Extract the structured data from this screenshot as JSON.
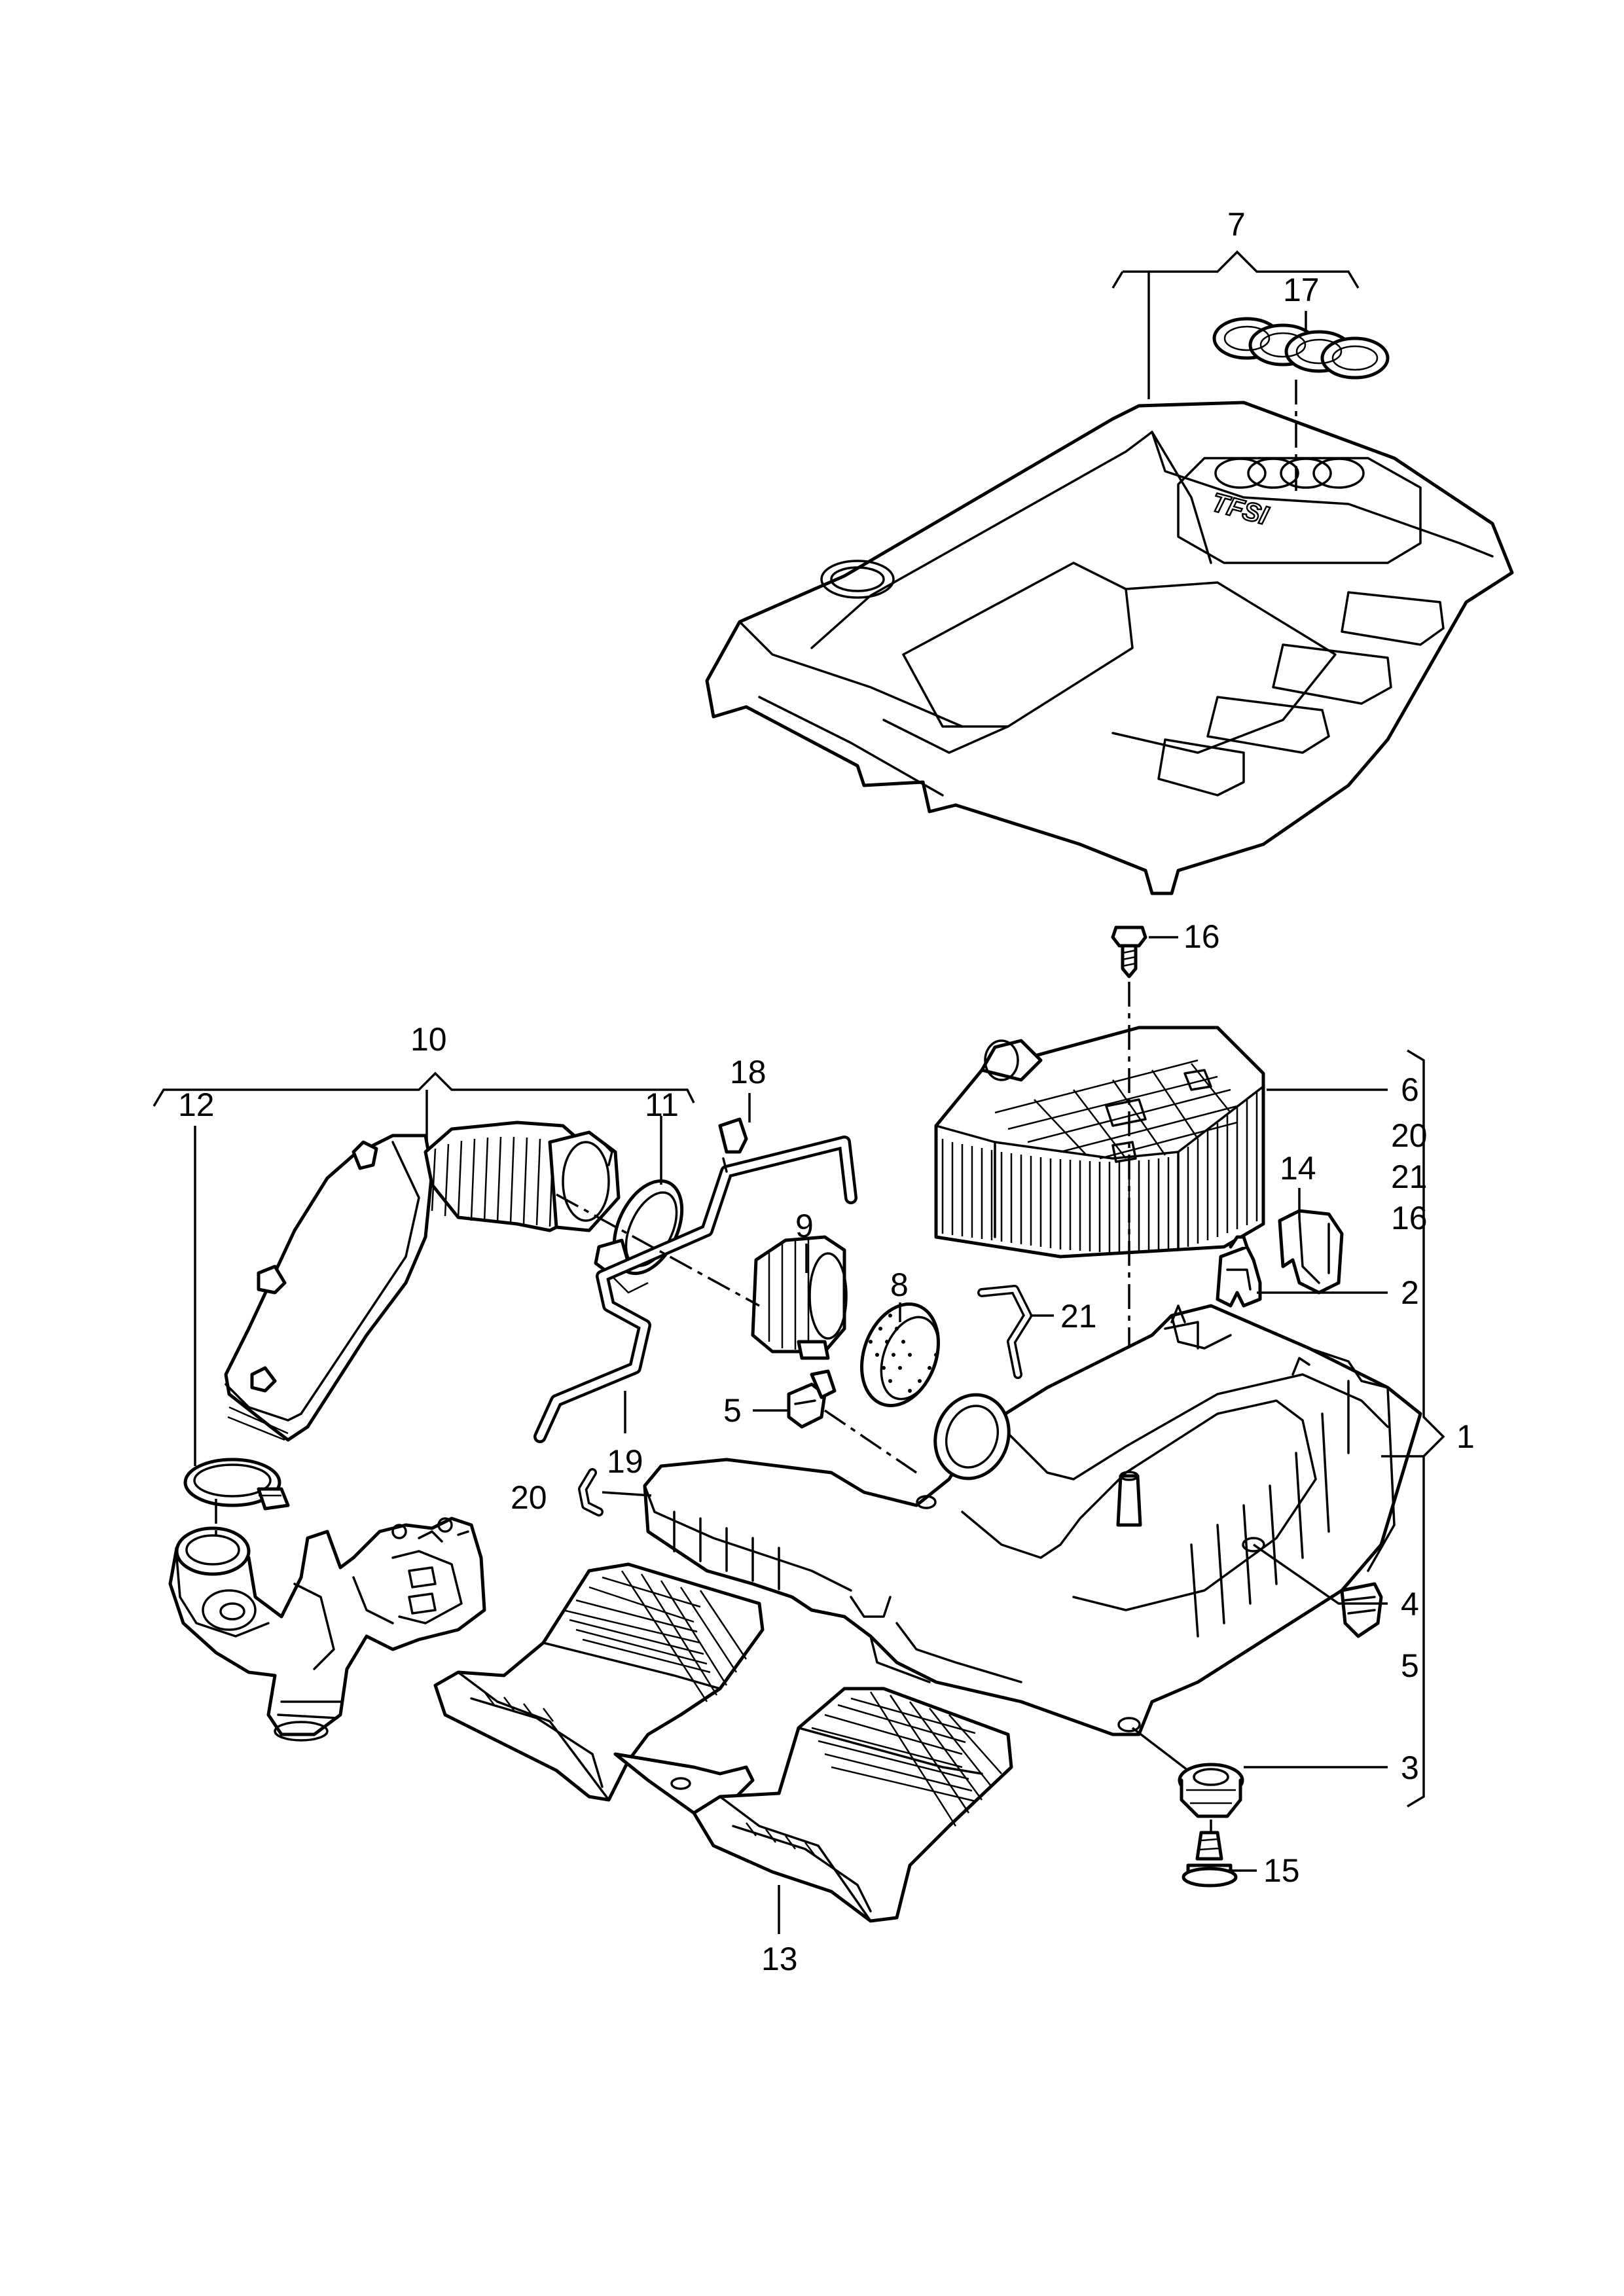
{
  "diagram": {
    "callouts": {
      "c1": "1",
      "c2": "2",
      "c3": "3",
      "c4": "4",
      "c5_right": "5",
      "c5_left": "5",
      "c6": "6",
      "c7": "7",
      "c8": "8",
      "c9": "9",
      "c10": "10",
      "c11": "11",
      "c12": "12",
      "c13": "13",
      "c14": "14",
      "c15": "15",
      "c16_top": "16",
      "c16_right": "16",
      "c17": "17",
      "c18": "18",
      "c19": "19",
      "c20_right": "20",
      "c20_left": "20",
      "c21_right": "21",
      "c21_mid": "21"
    },
    "cover_logo_text": "TFSI"
  }
}
